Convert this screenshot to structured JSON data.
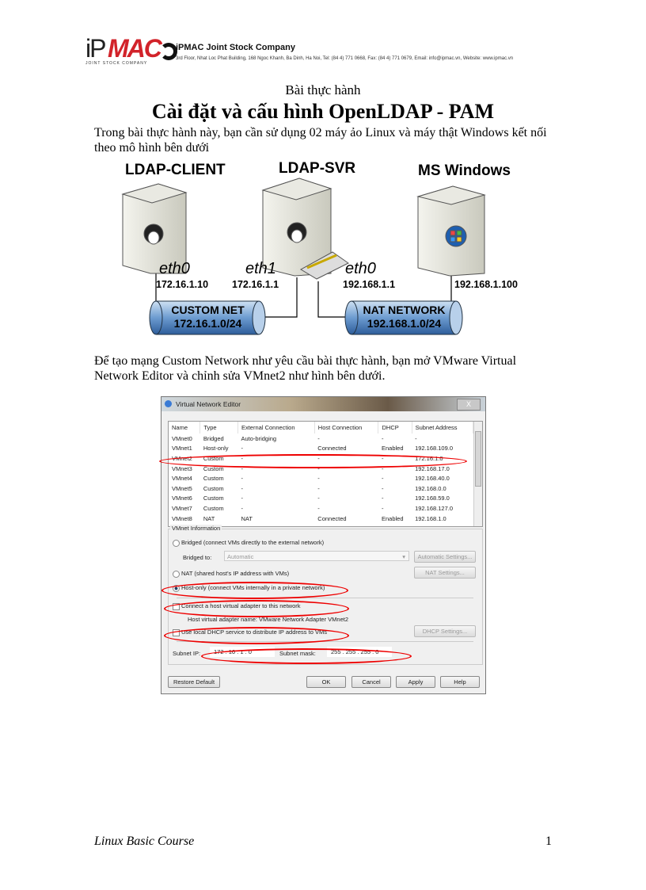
{
  "header": {
    "logo_text": "iPMAC",
    "logo_tagline": "JOINT STOCK COMPANY",
    "company": "iPMAC Joint Stock Company",
    "address": "3rd Floor, Nhat Loc Phat Building, 168 Ngoc Khanh, Ba Dinh, Ha Noi, Tel: (84 4) 771 0668, Fax: (84 4) 771 0679, Email: info@ipmac.vn, Website: www.ipmac.vn"
  },
  "subtitle": "Bài thực hành",
  "title": "Cài đặt và cấu hình OpenLDAP - PAM",
  "intro": "Trong bài thực hành này, bạn cần sử dụng 02 máy ảo Linux và máy thật Windows kết nối theo mô hình bên dưới",
  "diagram": {
    "hosts": [
      {
        "label": "LDAP-CLIENT",
        "os": "linux"
      },
      {
        "label": "LDAP-SVR",
        "os": "linux"
      },
      {
        "label": "MS Windows",
        "os": "windows"
      }
    ],
    "interfaces": [
      {
        "name": "eth0",
        "ip": "172.16.1.10"
      },
      {
        "name": "eth1",
        "ip": "172.16.1.1"
      },
      {
        "name": "eth0",
        "ip": "192.168.1.1"
      },
      {
        "name": "",
        "ip": "192.168.1.100"
      }
    ],
    "networks": [
      {
        "name": "CUSTOM NET",
        "subnet": "172.16.1.0/24"
      },
      {
        "name": "NAT NETWORK",
        "subnet": "192.168.1.0/24"
      }
    ]
  },
  "para2": "Để tạo mạng Custom Network như yêu cầu bài thực hành, bạn mở VMware Virtual Network Editor và chỉnh sửa VMnet2 như hình bên dưới.",
  "dialog": {
    "title": "Virtual Network Editor",
    "close": "X",
    "columns": [
      "Name",
      "Type",
      "External Connection",
      "Host Connection",
      "DHCP",
      "Subnet Address"
    ],
    "rows": [
      [
        "VMnet0",
        "Bridged",
        "Auto-bridging",
        "-",
        "-",
        "-"
      ],
      [
        "VMnet1",
        "Host-only",
        "-",
        "Connected",
        "Enabled",
        "192.168.109.0"
      ],
      [
        "VMnet2",
        "Custom",
        "-",
        "-",
        "-",
        "172.16.1.0"
      ],
      [
        "VMnet3",
        "Custom",
        "-",
        "-",
        "-",
        "192.168.17.0"
      ],
      [
        "VMnet4",
        "Custom",
        "-",
        "-",
        "-",
        "192.168.40.0"
      ],
      [
        "VMnet5",
        "Custom",
        "-",
        "-",
        "-",
        "192.168.0.0"
      ],
      [
        "VMnet6",
        "Custom",
        "-",
        "-",
        "-",
        "192.168.59.0"
      ],
      [
        "VMnet7",
        "Custom",
        "-",
        "-",
        "-",
        "192.168.127.0"
      ],
      [
        "VMnet8",
        "NAT",
        "NAT",
        "Connected",
        "Enabled",
        "192.168.1.0"
      ]
    ],
    "group_label": "VMnet Information",
    "bridged": "Bridged (connect VMs directly to the external network)",
    "bridged_to_label": "Bridged to:",
    "bridged_to_value": "Automatic",
    "auto_settings": "Automatic Settings...",
    "nat": "NAT (shared host's IP address with VMs)",
    "nat_settings": "NAT Settings...",
    "host_only": "Host-only (connect VMs internally in a private network)",
    "connect_adapter": "Connect a host virtual adapter to this network",
    "adapter_name": "Host virtual adapter name: VMware Network Adapter VMnet2",
    "use_dhcp": "Use local DHCP service to distribute IP address to VMs",
    "dhcp_settings": "DHCP Settings...",
    "subnet_ip_label": "Subnet IP:",
    "subnet_ip": "172 . 16 . 1 . 0",
    "subnet_mask_label": "Subnet mask:",
    "subnet_mask": "255 . 255 . 255 . 0",
    "restore": "Restore Default",
    "ok": "OK",
    "cancel": "Cancel",
    "apply": "Apply",
    "help": "Help",
    "selected_mode": "host-only",
    "highlight_color": "#e00000"
  },
  "footer": {
    "course": "Linux Basic Course",
    "page": "1"
  }
}
